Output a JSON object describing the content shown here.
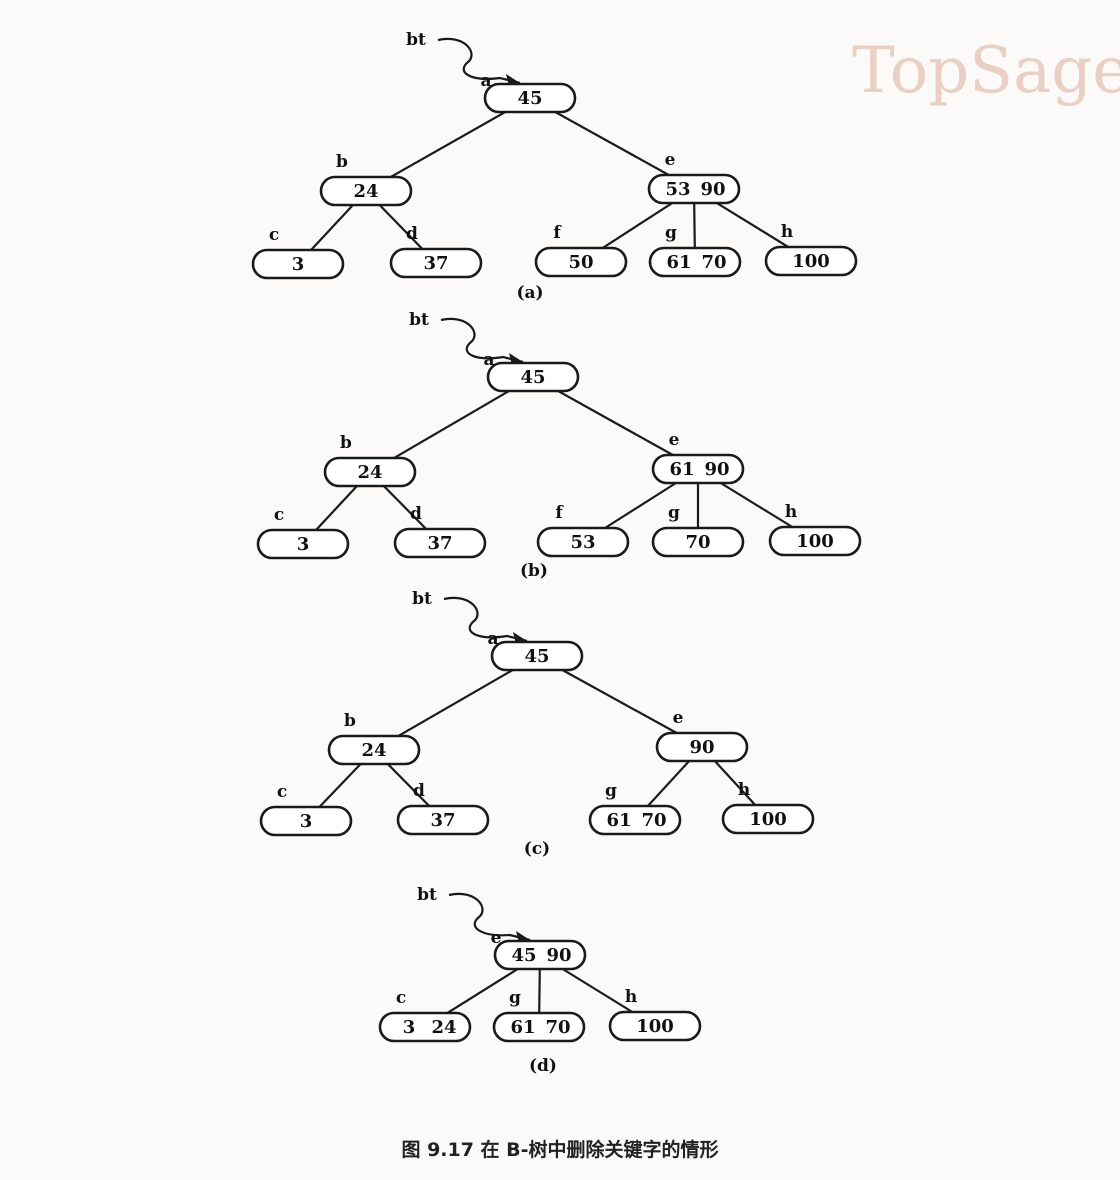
{
  "watermark": "TopSage",
  "caption": "图 9.17  在 B-树中删除关键字的情形",
  "pointer_label": "bt",
  "trees": [
    {
      "subcaption": "(a)",
      "nodes": [
        {
          "id": "a",
          "label": "a",
          "keys": [
            "45"
          ]
        },
        {
          "id": "b",
          "label": "b",
          "keys": [
            "24"
          ]
        },
        {
          "id": "e",
          "label": "e",
          "keys": [
            "53",
            "90"
          ]
        },
        {
          "id": "c",
          "label": "c",
          "keys": [
            "3"
          ]
        },
        {
          "id": "d",
          "label": "d",
          "keys": [
            "37"
          ]
        },
        {
          "id": "f",
          "label": "f",
          "keys": [
            "50"
          ]
        },
        {
          "id": "g",
          "label": "g",
          "keys": [
            "61",
            "70"
          ]
        },
        {
          "id": "h",
          "label": "h",
          "keys": [
            "100"
          ]
        }
      ],
      "edges": [
        [
          "a",
          "b"
        ],
        [
          "a",
          "e"
        ],
        [
          "b",
          "c"
        ],
        [
          "b",
          "d"
        ],
        [
          "e",
          "f"
        ],
        [
          "e",
          "g"
        ],
        [
          "e",
          "h"
        ]
      ]
    },
    {
      "subcaption": "(b)",
      "nodes": [
        {
          "id": "a",
          "label": "a",
          "keys": [
            "45"
          ]
        },
        {
          "id": "b",
          "label": "b",
          "keys": [
            "24"
          ]
        },
        {
          "id": "e",
          "label": "e",
          "keys": [
            "61",
            "90"
          ]
        },
        {
          "id": "c",
          "label": "c",
          "keys": [
            "3"
          ]
        },
        {
          "id": "d",
          "label": "d",
          "keys": [
            "37"
          ]
        },
        {
          "id": "f",
          "label": "f",
          "keys": [
            "53"
          ]
        },
        {
          "id": "g",
          "label": "g",
          "keys": [
            "70"
          ]
        },
        {
          "id": "h",
          "label": "h",
          "keys": [
            "100"
          ]
        }
      ],
      "edges": [
        [
          "a",
          "b"
        ],
        [
          "a",
          "e"
        ],
        [
          "b",
          "c"
        ],
        [
          "b",
          "d"
        ],
        [
          "e",
          "f"
        ],
        [
          "e",
          "g"
        ],
        [
          "e",
          "h"
        ]
      ]
    },
    {
      "subcaption": "(c)",
      "nodes": [
        {
          "id": "a",
          "label": "a",
          "keys": [
            "45"
          ]
        },
        {
          "id": "b",
          "label": "b",
          "keys": [
            "24"
          ]
        },
        {
          "id": "e",
          "label": "e",
          "keys": [
            "90"
          ]
        },
        {
          "id": "c",
          "label": "c",
          "keys": [
            "3"
          ]
        },
        {
          "id": "d",
          "label": "d",
          "keys": [
            "37"
          ]
        },
        {
          "id": "g",
          "label": "g",
          "keys": [
            "61",
            "70"
          ]
        },
        {
          "id": "h",
          "label": "h",
          "keys": [
            "100"
          ]
        }
      ],
      "edges": [
        [
          "a",
          "b"
        ],
        [
          "a",
          "e"
        ],
        [
          "b",
          "c"
        ],
        [
          "b",
          "d"
        ],
        [
          "e",
          "g"
        ],
        [
          "e",
          "h"
        ]
      ]
    },
    {
      "subcaption": "(d)",
      "nodes": [
        {
          "id": "e",
          "label": "e",
          "keys": [
            "45",
            "90"
          ]
        },
        {
          "id": "c",
          "label": "c",
          "keys": [
            "3",
            "24"
          ]
        },
        {
          "id": "g",
          "label": "g",
          "keys": [
            "61",
            "70"
          ]
        },
        {
          "id": "h",
          "label": "h",
          "keys": [
            "100"
          ]
        }
      ],
      "edges": [
        [
          "e",
          "c"
        ],
        [
          "e",
          "g"
        ],
        [
          "e",
          "h"
        ]
      ]
    }
  ]
}
